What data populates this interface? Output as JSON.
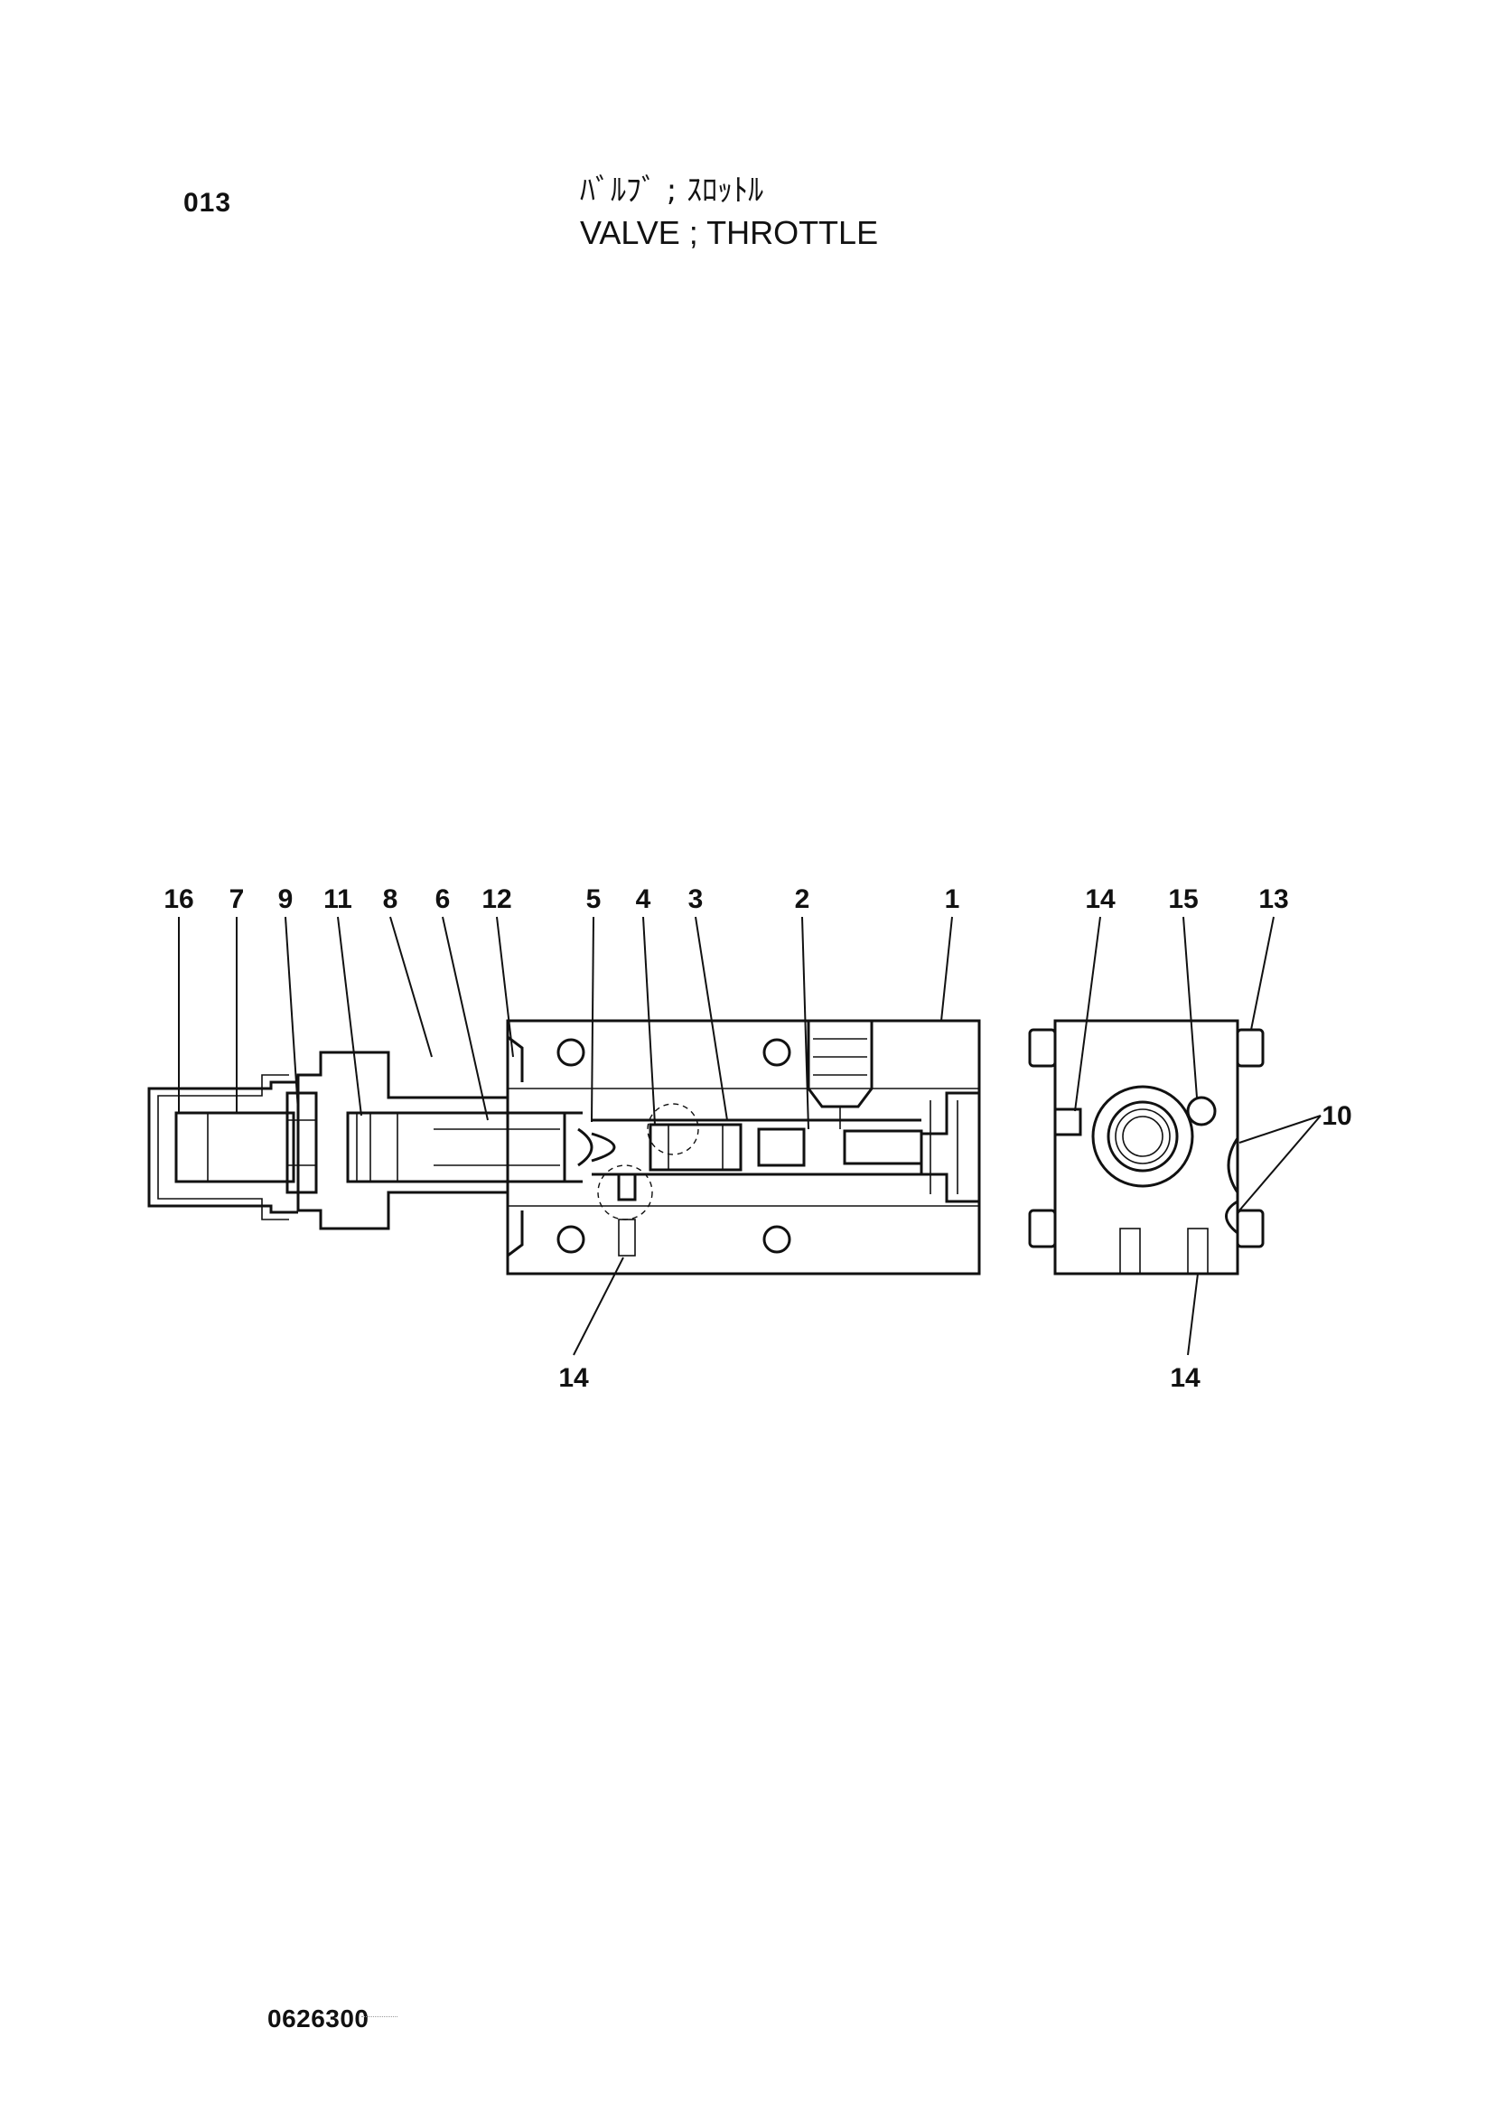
{
  "header": {
    "page_number": "013",
    "title_jp": "ﾊﾞﾙﾌﾞ ; ｽﾛｯﾄﾙ",
    "title_en": "VALVE ; THROTTLE"
  },
  "footer": {
    "doc_code": "0626300"
  },
  "callouts": {
    "c16": "16",
    "c7": "7",
    "c9": "9",
    "c11": "11",
    "c8": "8",
    "c6": "6",
    "c12": "12",
    "c5": "5",
    "c4": "4",
    "c3": "3",
    "c2": "2",
    "c1": "1",
    "c14_side": "14",
    "c15": "15",
    "c13": "13",
    "c10": "10",
    "c14_front": "14",
    "c14_bottom_right": "14"
  }
}
